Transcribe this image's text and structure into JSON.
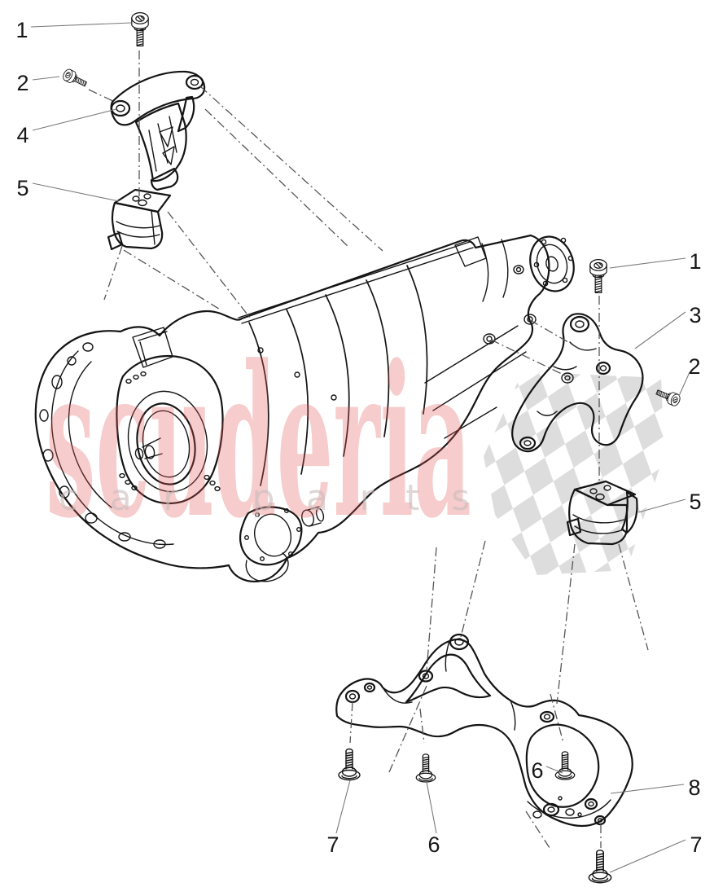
{
  "watermark": {
    "brand": "scuderia",
    "tagline": "car parts",
    "brand_color": "#e05555",
    "tagline_color": "#c9baba",
    "flag_color": "#d9d9d9"
  },
  "diagram": {
    "ink_color": "#141414",
    "callouts": [
      {
        "id": "1-top-left",
        "label": "1"
      },
      {
        "id": "2-top-left",
        "label": "2"
      },
      {
        "id": "4-left",
        "label": "4"
      },
      {
        "id": "5-left",
        "label": "5"
      },
      {
        "id": "1-right",
        "label": "1"
      },
      {
        "id": "3-right",
        "label": "3"
      },
      {
        "id": "2-right",
        "label": "2"
      },
      {
        "id": "5-right",
        "label": "5"
      },
      {
        "id": "6-center",
        "label": "6"
      },
      {
        "id": "8-right",
        "label": "8"
      },
      {
        "id": "7-bottom-left",
        "label": "7"
      },
      {
        "id": "6-bottom-left",
        "label": "6"
      },
      {
        "id": "7-bottom-right",
        "label": "7"
      }
    ]
  }
}
